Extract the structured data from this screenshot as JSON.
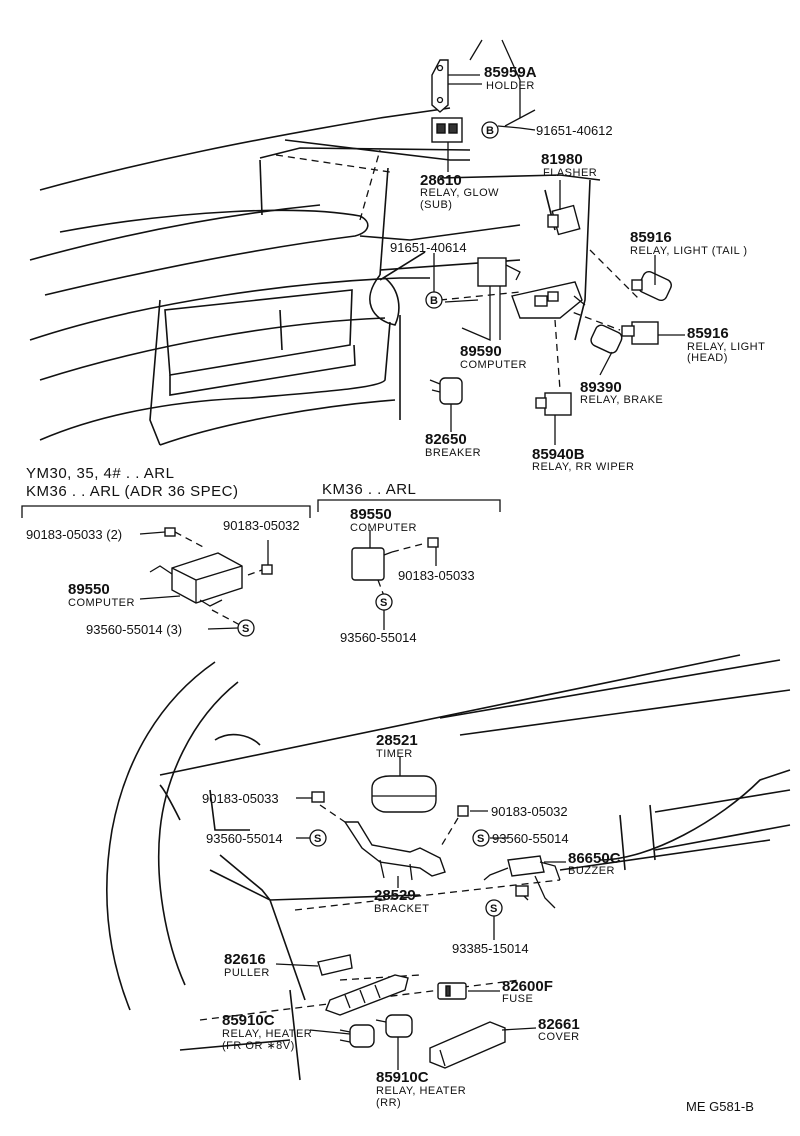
{
  "parts": {
    "p85959a": {
      "number": "85959A",
      "name": "HOLDER"
    },
    "p91651_40612": {
      "number": "91651-40612"
    },
    "p28610": {
      "number": "28610",
      "name": "RELAY, GLOW",
      "name2": "(SUB)"
    },
    "p81980": {
      "number": "81980",
      "name": "FLASHER"
    },
    "p91651_40614": {
      "number": "91651-40614"
    },
    "p85916_tail": {
      "number": "85916",
      "name": "RELAY, LIGHT (TAIL )"
    },
    "p85916_head": {
      "number": "85916",
      "name": "RELAY, LIGHT",
      "name2": "(HEAD)"
    },
    "p89590": {
      "number": "89590",
      "name": "COMPUTER"
    },
    "p89390": {
      "number": "89390",
      "name": "RELAY, BRAKE"
    },
    "p82650": {
      "number": "82650",
      "name": "BREAKER"
    },
    "p85940b": {
      "number": "85940B",
      "name": "RELAY, RR WIPER"
    },
    "p90183_05033_2": {
      "number": "90183-05033 (2)"
    },
    "p90183_05032_a": {
      "number": "90183-05032"
    },
    "p89550_a": {
      "number": "89550",
      "name": "COMPUTER"
    },
    "p93560_55014_3": {
      "number": "93560-55014 (3)"
    },
    "p89550_b": {
      "number": "89550",
      "name": "COMPUTER"
    },
    "p90183_05033_b": {
      "number": "90183-05033"
    },
    "p93560_55014_b": {
      "number": "93560-55014"
    },
    "p28521": {
      "number": "28521",
      "name": "TIMER"
    },
    "p90183_05033_c": {
      "number": "90183-05033"
    },
    "p90183_05032_c": {
      "number": "90183-05032"
    },
    "p93560_55014_c": {
      "number": "93560-55014"
    },
    "p93560_55014_d": {
      "number": "93560-55014"
    },
    "p86650c": {
      "number": "86650C",
      "name": "BUZZER"
    },
    "p28529": {
      "number": "28529",
      "name": "BRACKET"
    },
    "p93385_15014": {
      "number": "93385-15014"
    },
    "p82616": {
      "number": "82616",
      "name": "PULLER"
    },
    "p82600f": {
      "number": "82600F",
      "name": "FUSE"
    },
    "p85910c_fr": {
      "number": "85910C",
      "name": "RELAY, HEATER",
      "name2": "(FR OR  ∗8V)"
    },
    "p82661": {
      "number": "82661",
      "name": "COVER"
    },
    "p85910c_rr": {
      "number": "85910C",
      "name": "RELAY, HEATER",
      "name2": "(RR)"
    }
  },
  "sections": {
    "left_title_1": "YM30, 35, 4# . . ARL",
    "left_title_2": "KM36 . . ARL (ADR 36 SPEC)",
    "right_title": "KM36 . . ARL"
  },
  "symbols": {
    "bolt": "B",
    "screw": "S"
  },
  "footer": {
    "code": "ME  G581-B"
  }
}
